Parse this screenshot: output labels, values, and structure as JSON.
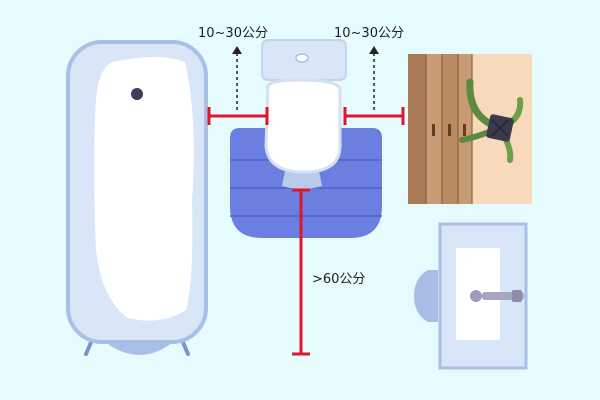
{
  "labels": {
    "left_gap": "10~30公分",
    "right_gap": "10~30公分",
    "front_clearance": ">60公分"
  },
  "colors": {
    "background": "#e6fbfd",
    "fixture_fill": "#d8e6f7",
    "fixture_stroke": "#a9c0e6",
    "white": "#ffffff",
    "rug": "#6b7fe0",
    "measure_red": "#e0162b",
    "cabinet_wood": "#c79b73",
    "cabinet_back": "#f8d9bb",
    "plant": "#5c8a3e",
    "pot": "#3c3a4a"
  },
  "icons": [
    "bathtub-icon",
    "toilet-icon",
    "rug-icon",
    "cabinet-icon",
    "plant-icon",
    "sink-icon",
    "faucet-icon"
  ]
}
